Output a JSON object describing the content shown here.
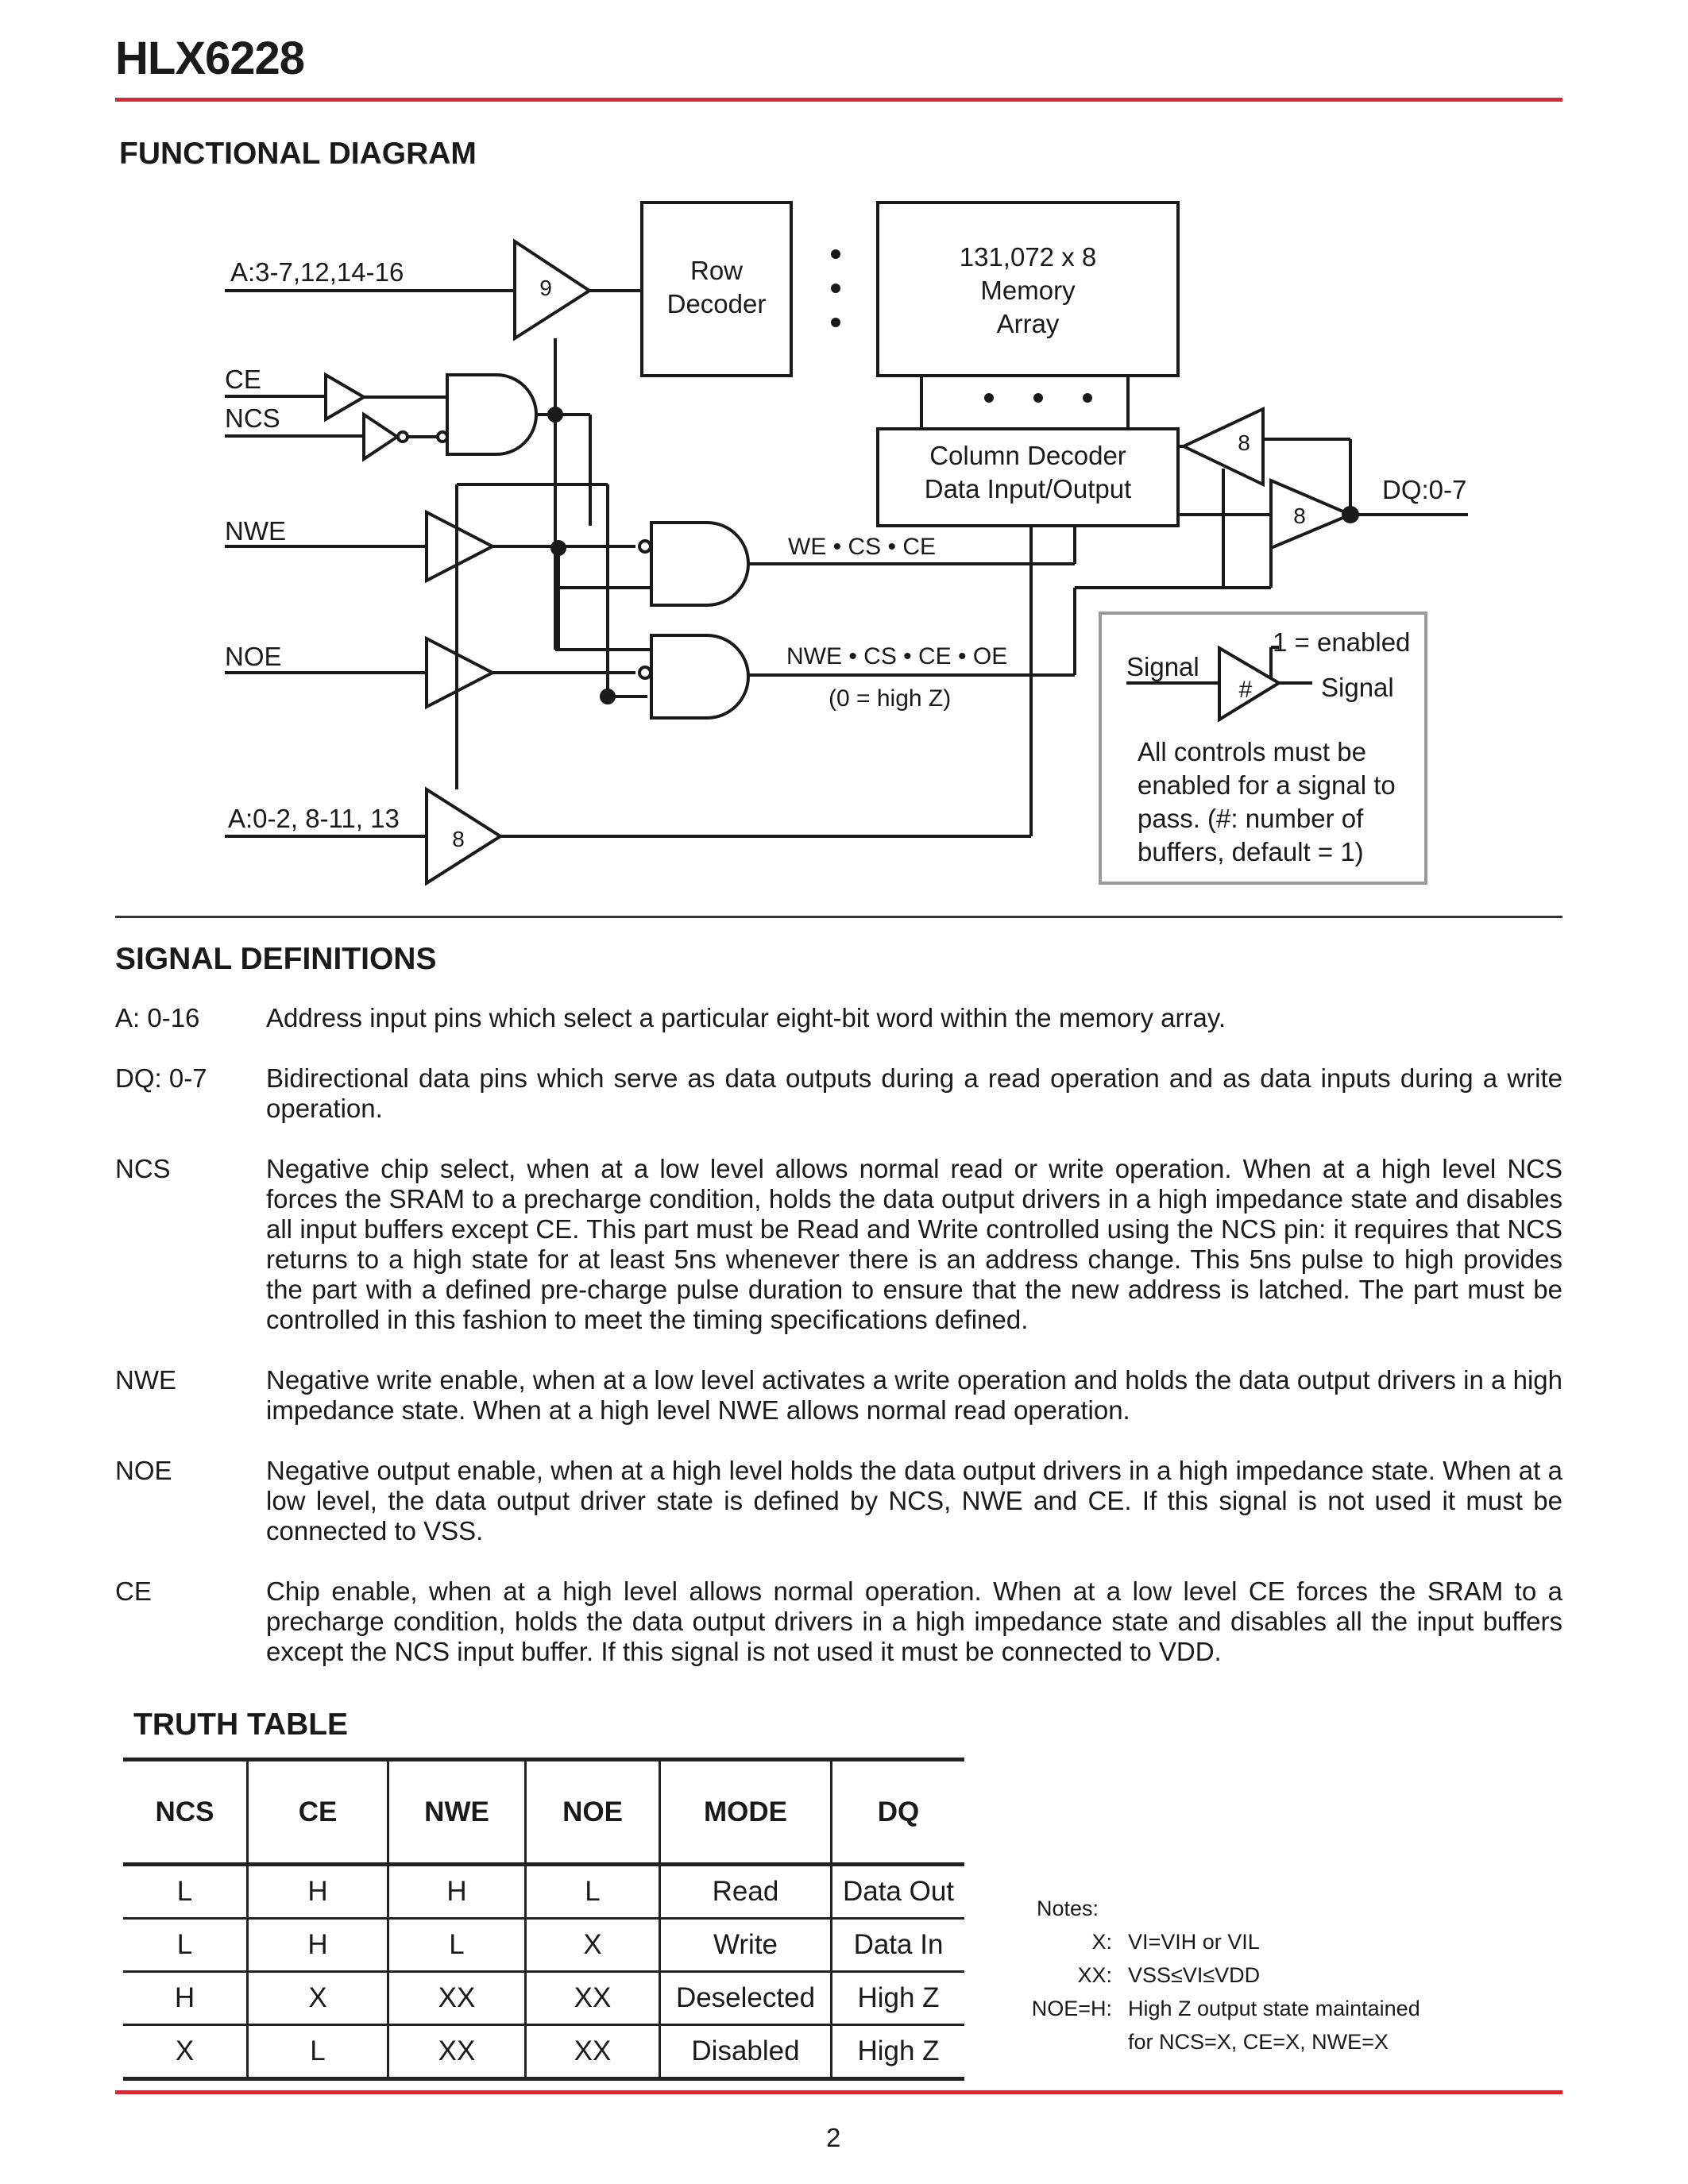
{
  "header": {
    "title": "HLX6228"
  },
  "functional_diagram": {
    "heading": "FUNCTIONAL DIAGRAM",
    "inputs": {
      "addr_row": "A:3-7,12,14-16",
      "ce": "CE",
      "ncs": "NCS",
      "nwe": "NWE",
      "noe": "NOE",
      "addr_col": "A:0-2, 8-11, 13"
    },
    "buffer_counts": {
      "row": "9",
      "col": "8",
      "out": "8",
      "in": "8"
    },
    "row_decoder": [
      "Row",
      "Decoder"
    ],
    "memory_array": [
      "131,072 x 8",
      "Memory",
      "Array"
    ],
    "column_decoder": [
      "Column Decoder",
      "Data Input/Output"
    ],
    "output_label": "DQ:0-7",
    "we_label": "WE • CS • CE",
    "oe_label": "NWE • CS • CE • OE",
    "oe_note": "(0 = high Z)",
    "legend": {
      "signal_in": "Signal",
      "hash": "#",
      "enabled": "1 = enabled",
      "signal_out": "Signal",
      "note": [
        "All controls must be",
        "enabled for a signal to",
        "pass.  (#: number of",
        "buffers, default = 1)"
      ]
    }
  },
  "signal_definitions": {
    "heading": "SIGNAL DEFINITIONS",
    "items": [
      {
        "term": "A: 0-16",
        "desc": "Address input pins which select a particular eight-bit word within the memory array."
      },
      {
        "term": "DQ: 0-7",
        "desc": "Bidirectional data pins which serve as data outputs during a read operation and as data inputs during a write operation."
      },
      {
        "term": "NCS",
        "desc": "Negative chip select, when at a low level allows normal read or write operation. When at a high level NCS forces the SRAM to a precharge condition, holds the data output drivers in a high impedance state and disables all input buffers except CE. This part must be Read and Write controlled using the NCS pin: it requires that NCS returns to a high state for at least 5ns whenever there is an address change. This 5ns pulse to high provides the part with a defined pre-charge pulse duration to ensure that the new address is latched. The part must be controlled in this fashion to meet the timing specifications defined."
      },
      {
        "term": "NWE",
        "desc": "Negative write enable, when at a low level activates a write operation and holds the data output drivers in a high impedance state. When at a high level NWE allows normal read operation."
      },
      {
        "term": "NOE",
        "desc": "Negative output enable, when at a high level holds the data output drivers in a high impedance state. When at a low level, the data output driver state is defined by NCS, NWE and CE. If this signal is not used it must be connected to VSS."
      },
      {
        "term": "CE",
        "desc": "Chip enable, when at a high level allows normal operation. When at a low level CE forces the SRAM to a precharge condition, holds the data output drivers in a high impedance state and disables all the input buffers except the NCS input buffer. If this signal is not used it must be connected to VDD."
      }
    ]
  },
  "truth_table": {
    "heading": "TRUTH TABLE",
    "columns": [
      "NCS",
      "CE",
      "NWE",
      "NOE",
      "MODE",
      "DQ"
    ],
    "rows": [
      [
        "L",
        "H",
        "H",
        "L",
        "Read",
        "Data Out"
      ],
      [
        "L",
        "H",
        "L",
        "X",
        "Write",
        "Data In"
      ],
      [
        "H",
        "X",
        "XX",
        "XX",
        "Deselected",
        "High Z"
      ],
      [
        "X",
        "L",
        "XX",
        "XX",
        "Disabled",
        "High Z"
      ]
    ]
  },
  "notes": {
    "title": "Notes:",
    "items": [
      {
        "key": "X:",
        "value": "VI=VIH or VIL"
      },
      {
        "key": "XX:",
        "value": "VSS≤VI≤VDD"
      },
      {
        "key": "NOE=H:",
        "value": "High Z output state maintained"
      },
      {
        "key": "",
        "value": "for NCS=X, CE=X, NWE=X"
      }
    ]
  },
  "footer": {
    "page_number": "2"
  },
  "colors": {
    "rule_red": "#d42a32",
    "legend_border": "#999999"
  }
}
